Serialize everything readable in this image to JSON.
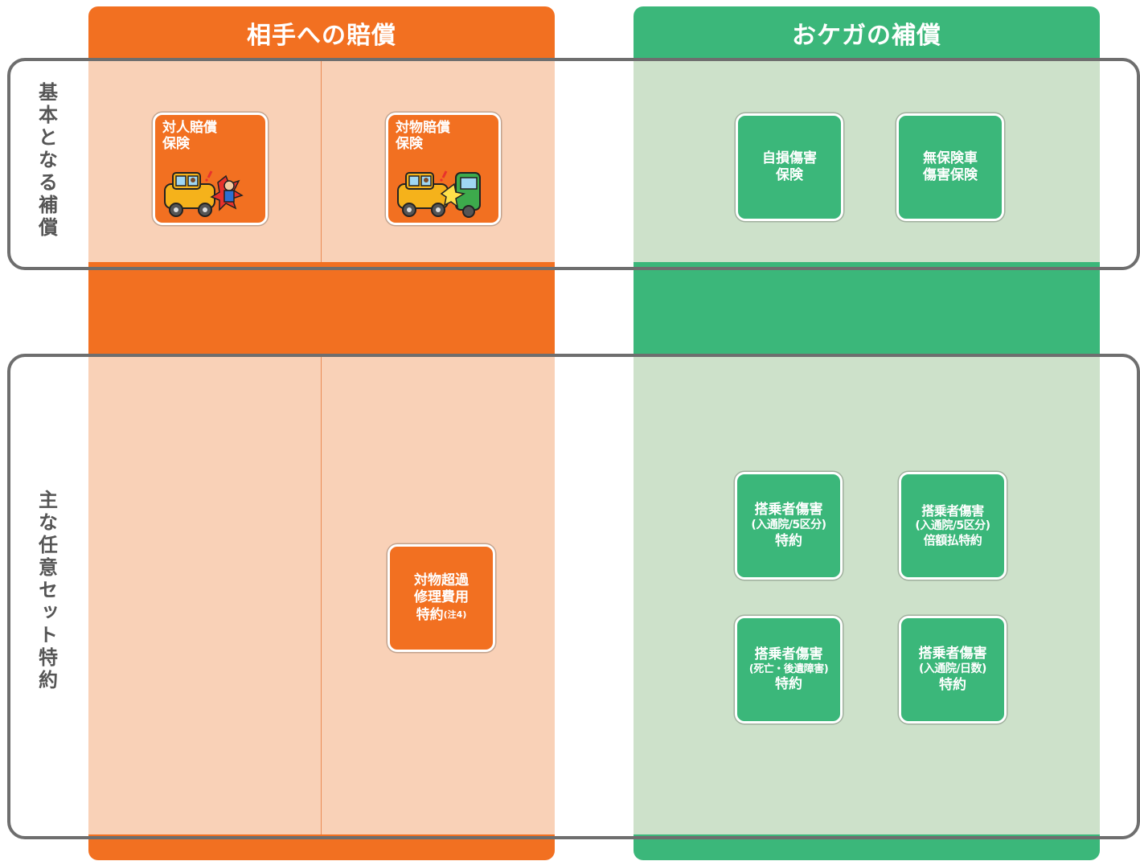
{
  "columns": {
    "orange_title": "相手への賠償",
    "green_title": "おケガの補償"
  },
  "rows": {
    "top_label": "基本となる補償",
    "bottom_label": "主な任意セット特約"
  },
  "tiles": {
    "taijin": {
      "line1": "対人賠償",
      "line2": "保険"
    },
    "taibutsu": {
      "line1": "対物賠償",
      "line2": "保険"
    },
    "jison": {
      "line1": "自損傷害",
      "line2": "保険"
    },
    "muhoken": {
      "line1": "無保険車",
      "line2": "傷害保険"
    },
    "choka": {
      "line1": "対物超過",
      "line2": "修理費用",
      "line3": "特約",
      "note": "(注4)"
    },
    "tojo_5ku": {
      "line1": "搭乗者傷害",
      "line2": "(入通院/5区分)",
      "line3": "特約"
    },
    "tojo_5ku_baigaku": {
      "line1": "搭乗者傷害",
      "line2": "(入通院/5区分)",
      "line3": "倍額払特約"
    },
    "tojo_shibo": {
      "line1": "搭乗者傷害",
      "line2": "(死亡・後遺障害)",
      "line3": "特約"
    },
    "tojo_nissu": {
      "line1": "搭乗者傷害",
      "line2": "(入通院/日数)",
      "line3": "特約"
    }
  },
  "colors": {
    "orange": "#F27021",
    "orange_light": "#F9D1B7",
    "green": "#3BB77A",
    "green_light": "#CDE1CA",
    "frame": "#6E6E6E"
  }
}
